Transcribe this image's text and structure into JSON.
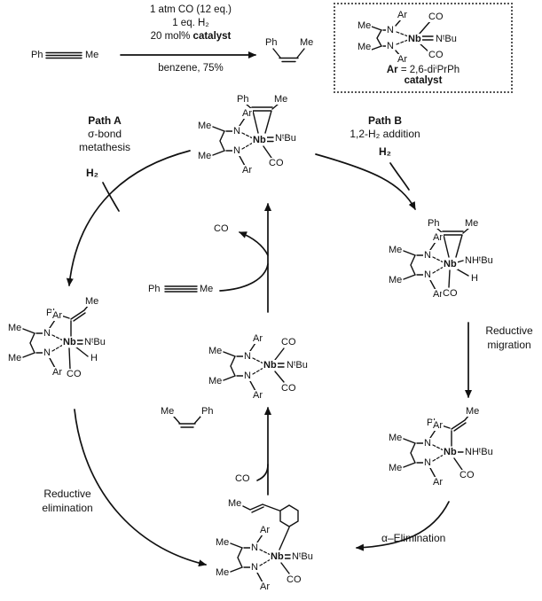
{
  "reaction": {
    "alkyne_left": "Ph",
    "alkyne_right": "Me",
    "cond1": "1 atm CO (12 eq.)",
    "cond2": "1 eq. H₂",
    "cond3_prefix": "20 mol% ",
    "cond3_bold": "catalyst",
    "cond_below": "benzene, 75%",
    "product_left": "Ph",
    "product_right": "Me"
  },
  "catalyst_box": {
    "ar_bold": "Ar",
    "ar_rest": " = 2,6-diⁱPrPh",
    "caption": "catalyst"
  },
  "atoms": {
    "me": "Me",
    "ar": "Ar",
    "n": "N",
    "nb": "Nb",
    "co": "CO",
    "ntbu": "NᵗBu",
    "nhtbu": "NHᵗBu",
    "h": "H",
    "ph": "Ph"
  },
  "labels": {
    "path_a": "Path A",
    "path_a_sub1": "σ-bond",
    "path_a_sub2": "metathesis",
    "path_b": "Path B",
    "path_b_sub": "1,2-H₂ addition",
    "h2": "H₂",
    "red_mig1": "Reductive",
    "red_mig2": "migration",
    "alpha_elim": "α–Elimination",
    "red_elim1": "Reductive",
    "red_elim2": "elimination",
    "co": "CO"
  }
}
